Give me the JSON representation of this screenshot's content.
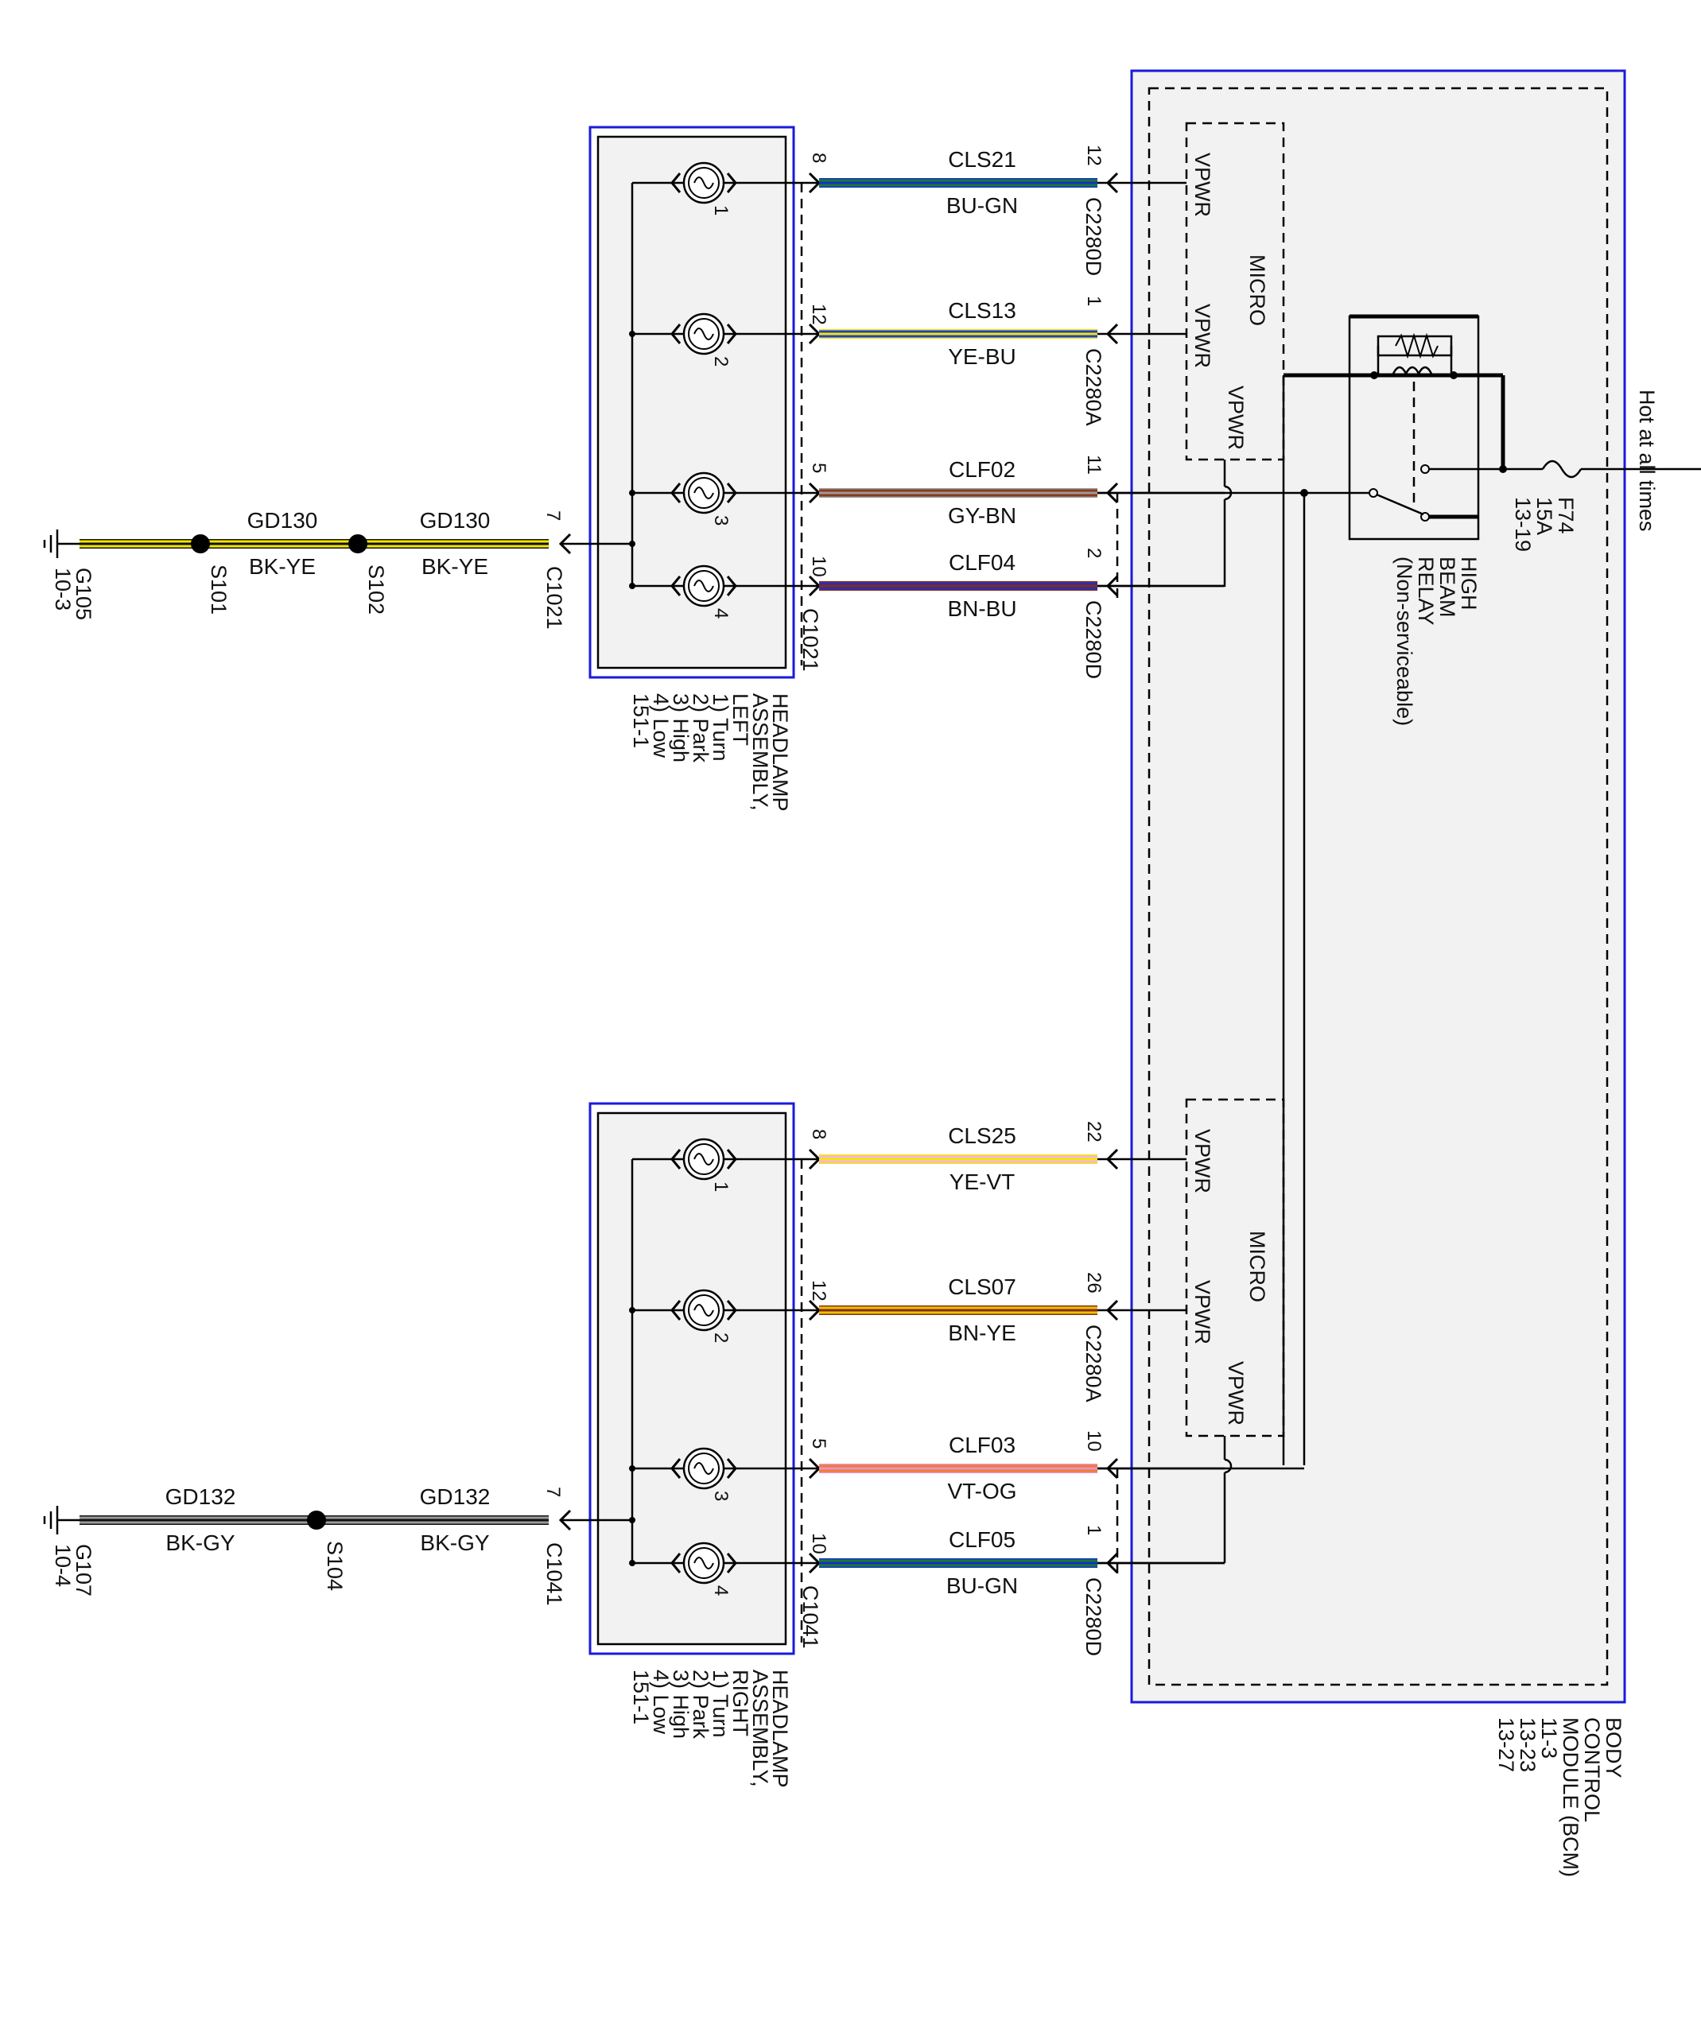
{
  "headlamp_left": {
    "title": [
      "HEADLAMP",
      "ASSEMBLY,",
      "LEFT",
      "1) Turn",
      "2) Park",
      "3) High",
      "4) Low",
      "151-1"
    ],
    "bulbs": [
      "1",
      "2",
      "3",
      "4"
    ],
    "connector": "C1021",
    "ground_pin": "7"
  },
  "headlamp_right": {
    "title": [
      "HEADLAMP",
      "ASSEMBLY,",
      "RIGHT",
      "1) Turn",
      "2) Park",
      "3) High",
      "4) Low",
      "151-1"
    ],
    "bulbs": [
      "1",
      "2",
      "3",
      "4"
    ],
    "connector": "C1041",
    "ground_pin": "7"
  },
  "bcm": {
    "title": [
      "BODY",
      "CONTROL",
      "MODULE (BCM)",
      "11-3",
      "13-23",
      "13-27"
    ],
    "micro_label": "MICRO",
    "vpwr_label": "VPWR"
  },
  "relay": {
    "title": [
      "HIGH",
      "BEAM",
      "RELAY",
      "(Non-serviceable)"
    ]
  },
  "fuse": {
    "title": [
      "F74",
      "15A",
      "13-19"
    ],
    "supply": "Hot at all times"
  },
  "wires_left": [
    {
      "circuit": "CLS21",
      "color_code": "BU-GN",
      "lamp_pin": "8",
      "bcm_pin": "12",
      "bcm_connector": "C2280D",
      "colors": [
        "#1030d0",
        "#1e7a2a"
      ]
    },
    {
      "circuit": "CLS13",
      "color_code": "YE-BU",
      "lamp_pin": "12",
      "bcm_pin": "1",
      "bcm_connector": "C2280A",
      "colors": [
        "#f2e600",
        "#2040d0"
      ]
    },
    {
      "circuit": "CLF02",
      "color_code": "GY-BN",
      "lamp_pin": "5",
      "bcm_pin": "11",
      "bcm_connector": "",
      "colors": [
        "#9a9a9a",
        "#8b3a1a"
      ]
    },
    {
      "circuit": "CLF04",
      "color_code": "BN-BU",
      "lamp_pin": "10",
      "bcm_pin": "2",
      "bcm_connector": "C2280D",
      "colors": [
        "#8b2a10",
        "#2030c0"
      ]
    }
  ],
  "wires_right": [
    {
      "circuit": "CLS25",
      "color_code": "YE-VT",
      "lamp_pin": "8",
      "bcm_pin": "22",
      "bcm_connector": "",
      "colors": [
        "#f7e600",
        "#f2b6e2"
      ]
    },
    {
      "circuit": "CLS07",
      "color_code": "BN-YE",
      "lamp_pin": "12",
      "bcm_pin": "26",
      "bcm_connector": "C2280A",
      "colors": [
        "#8b2a10",
        "#e8c600"
      ]
    },
    {
      "circuit": "CLF03",
      "color_code": "VT-OG",
      "lamp_pin": "5",
      "bcm_pin": "10",
      "bcm_connector": "",
      "colors": [
        "#e892c8",
        "#f07a30"
      ]
    },
    {
      "circuit": "CLF05",
      "color_code": "BU-GN",
      "lamp_pin": "10",
      "bcm_pin": "1",
      "bcm_connector": "C2280D",
      "colors": [
        "#1030d0",
        "#1e7a2a"
      ]
    }
  ],
  "ground_left": {
    "ground": "G105",
    "ground_ref": "10-3",
    "splices": [
      "S101",
      "S102"
    ],
    "segments": [
      {
        "circuit": "GD130",
        "color_code": "BK-YE"
      },
      {
        "circuit": "GD130",
        "color_code": "BK-YE"
      }
    ],
    "colors": [
      "#111111",
      "#f2e600"
    ]
  },
  "ground_right": {
    "ground": "G107",
    "ground_ref": "10-4",
    "splices": [
      "S104"
    ],
    "segments": [
      {
        "circuit": "GD132",
        "color_code": "BK-GY"
      },
      {
        "circuit": "GD132",
        "color_code": "BK-GY"
      }
    ],
    "colors": [
      "#111111",
      "#9a9a9a"
    ]
  }
}
